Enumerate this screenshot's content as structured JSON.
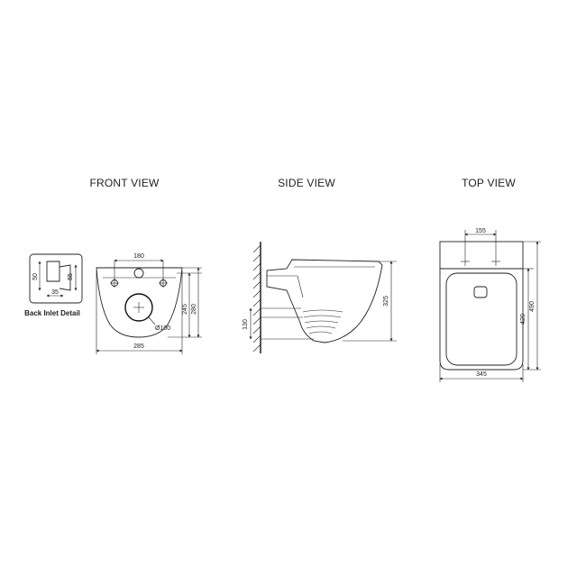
{
  "views": {
    "front_title": "FRONT VIEW",
    "side_title": "SIDE VIEW",
    "top_title": "TOP VIEW"
  },
  "front": {
    "dim_width_top": "180",
    "dim_width_bottom": "285",
    "dim_height_inner": "245",
    "dim_height_outer": "280",
    "dim_outlet": "Ø100"
  },
  "detail": {
    "label": "Back Inlet Detail",
    "dim_left": "50",
    "dim_right": "55",
    "dim_bottom": "35"
  },
  "side": {
    "dim_height": "325",
    "dim_wall": "130"
  },
  "top": {
    "dim_top": "155",
    "dim_inner": "420",
    "dim_outer": "490",
    "dim_bottom": "345"
  }
}
